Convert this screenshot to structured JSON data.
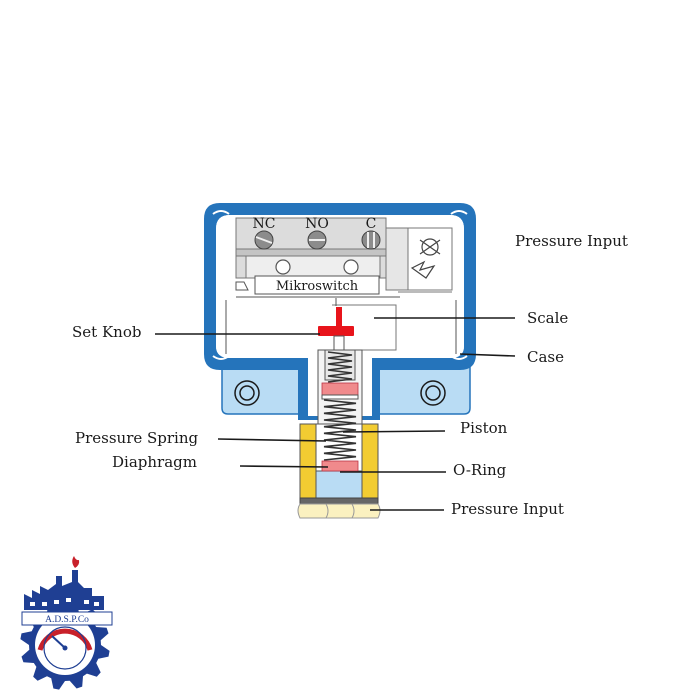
{
  "colors": {
    "case_blue": "#2574bb",
    "flange_light_blue": "#b9dcf4",
    "set_knob_red": "#e8141b",
    "piston_pink": "#f08a8c",
    "body_yellow": "#f2cc32",
    "fitting_cream": "#fbf1c0",
    "switch_gray": "#dcdcdc",
    "logo_blue": "#1f3f93",
    "logo_red": "#c8202a"
  },
  "switch": {
    "terminals": [
      "NC",
      "NO",
      "C"
    ],
    "brand": "Mikroswitch"
  },
  "labels": {
    "top_right": "Pressure Input",
    "set_knob": "Set Knob",
    "scale": "Scale",
    "case": "Case",
    "pressure_spring": "Pressure Spring",
    "piston": "Piston",
    "diaphragm": "Diaphragm",
    "o_ring": "O-Ring",
    "pressure_input_bottom": "Pressure Input"
  },
  "logo": {
    "text": "A.D.S.P.Co",
    "icons": [
      "gear-icon",
      "factory-icon",
      "pressure-gauge-icon",
      "flame-icon"
    ]
  }
}
